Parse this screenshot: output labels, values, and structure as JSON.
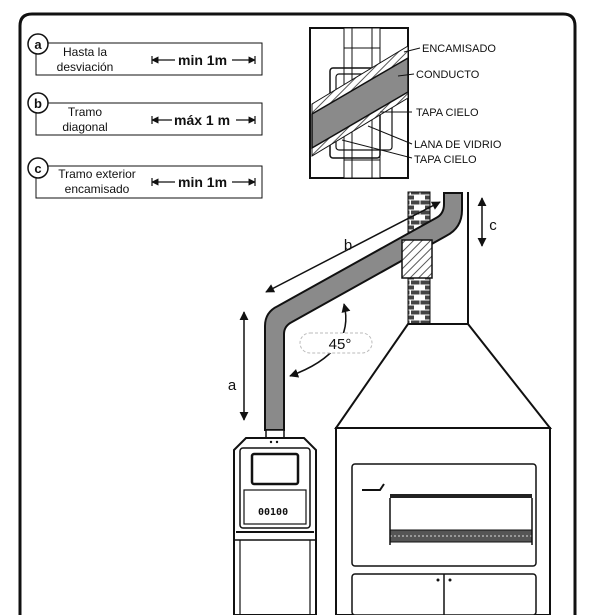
{
  "legend": [
    {
      "letter": "a",
      "title_lines": [
        "Hasta la",
        "desviación"
      ],
      "measure": "min 1m"
    },
    {
      "letter": "b",
      "title_lines": [
        "Tramo",
        "diagonal"
      ],
      "measure": "máx 1 m"
    },
    {
      "letter": "c",
      "title_lines": [
        "Tramo exterior",
        "encamisado"
      ],
      "measure": "min 1m"
    }
  ],
  "detail_callouts": {
    "encamisado": "ENCAMISADO",
    "conducto": "CONDUCTO",
    "tapa_cielo_top": "TAPA CIELO",
    "lana_de_vidrio": "LANA DE VIDRIO",
    "tapa_cielo_bottom": "TAPA CIELO"
  },
  "dimensions": {
    "a": "a",
    "b": "b",
    "c": "c",
    "angle": "45°"
  },
  "stove": {
    "knob_text": "00100"
  },
  "colors": {
    "pipe": "#8a8a8a",
    "outline": "#111111",
    "hatch": "#555555"
  }
}
